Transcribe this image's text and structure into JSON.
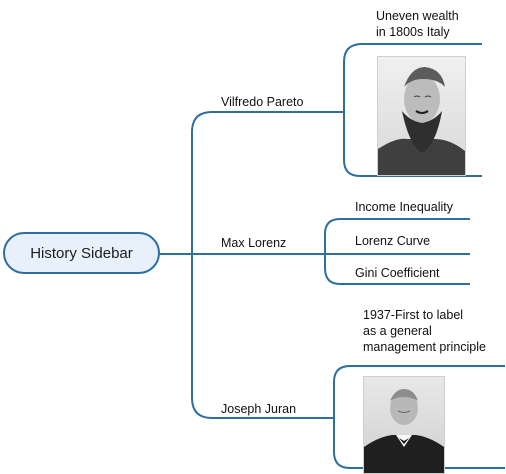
{
  "root": {
    "label": "History Sidebar"
  },
  "branches": [
    {
      "label": "Vilfredo Pareto",
      "note": "Uneven  wealth\nin 1800s Italy",
      "portrait_icon": "pareto-portrait"
    },
    {
      "label": "Max Lorenz",
      "children": [
        "Income Inequality",
        "Lorenz Curve",
        "Gini Coefficient"
      ]
    },
    {
      "label": "Joseph Juran",
      "note": "1937-First  to  label\nas a general\nmanagement principle",
      "portrait_icon": "juran-portrait"
    }
  ],
  "colors": {
    "line": "#2f6f9f",
    "root_fill": "#e8f1fb"
  }
}
